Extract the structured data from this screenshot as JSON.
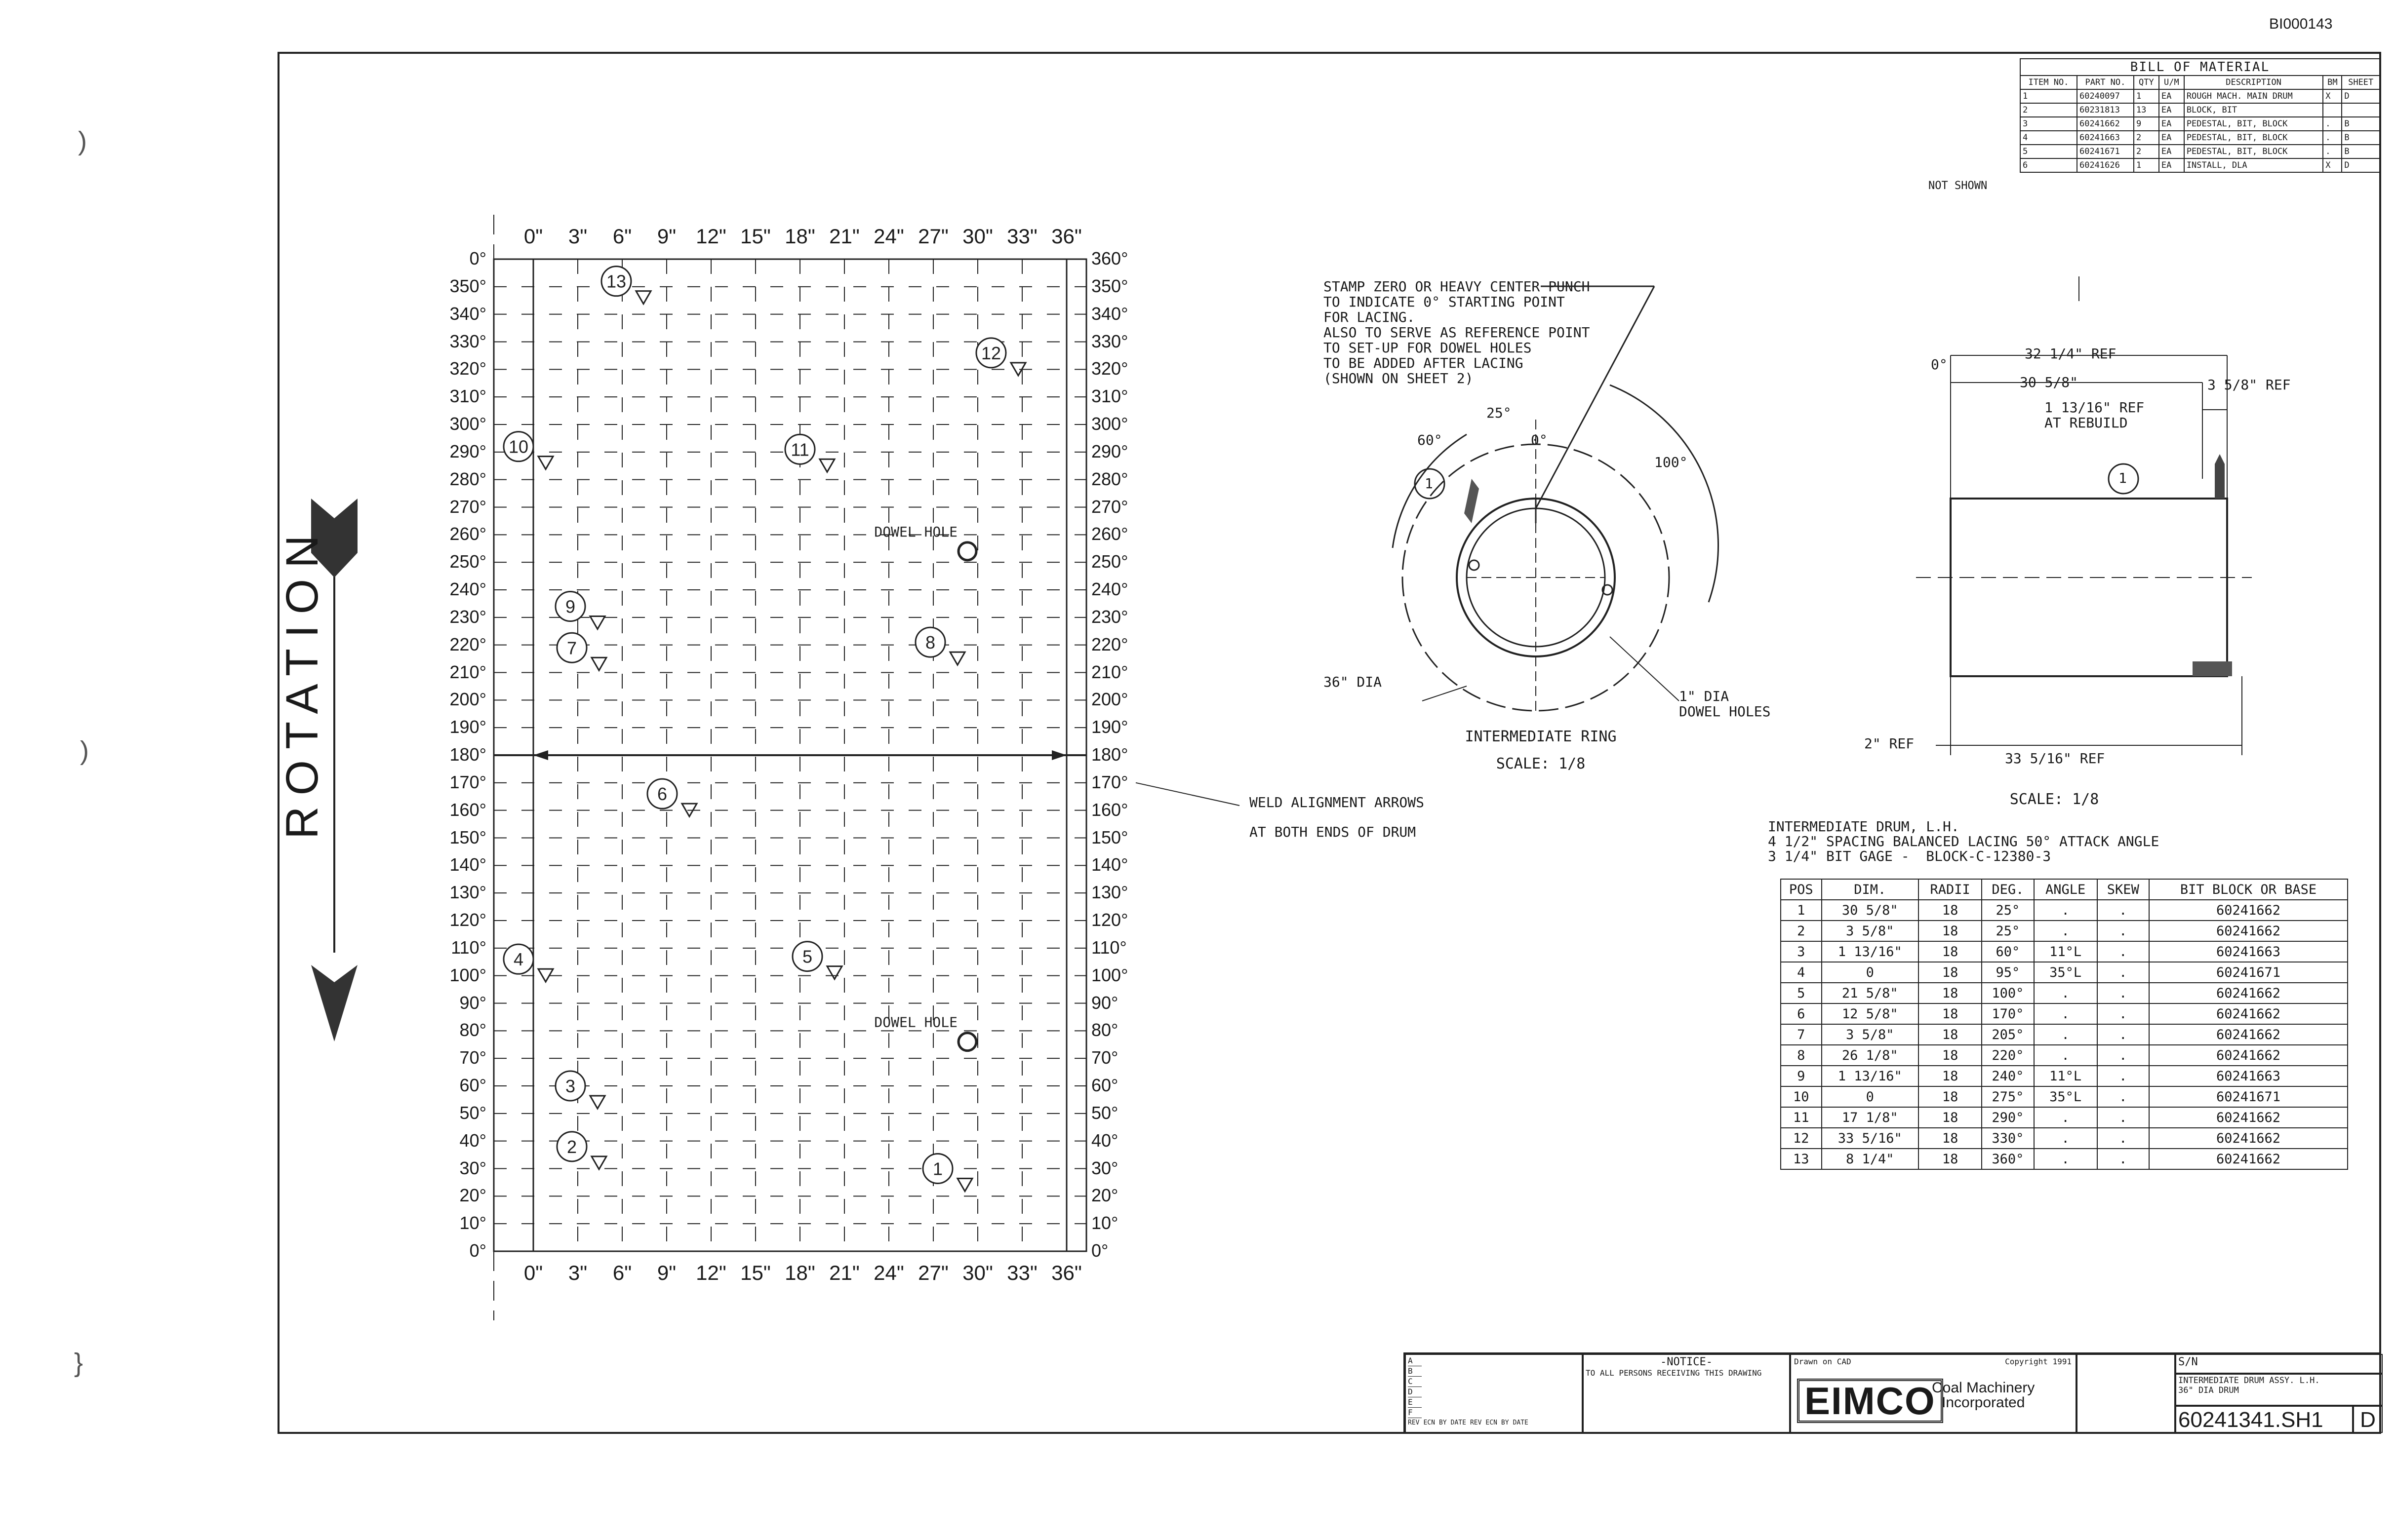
{
  "document_id": "BI000143",
  "margin_marks": [
    ")",
    ")",
    "}"
  ],
  "bom": {
    "title": "BILL OF MATERIAL",
    "headers": [
      "ITEM NO.",
      "PART NO.",
      "QTY",
      "U/M",
      "DESCRIPTION",
      "BM",
      "SHEET"
    ],
    "rows": [
      [
        "1",
        "60240097",
        "1",
        "EA",
        "ROUGH MACH. MAIN DRUM",
        "X",
        "D"
      ],
      [
        "2",
        "60231813",
        "13",
        "EA",
        "BLOCK, BIT",
        "",
        ""
      ],
      [
        "3",
        "60241662",
        "9",
        "EA",
        "PEDESTAL, BIT, BLOCK",
        ".",
        "B"
      ],
      [
        "4",
        "60241663",
        "2",
        "EA",
        "PEDESTAL, BIT, BLOCK",
        ".",
        "B"
      ],
      [
        "5",
        "60241671",
        "2",
        "EA",
        "PEDESTAL, BIT, BLOCK",
        ".",
        "B"
      ],
      [
        "6",
        "60241626",
        "1",
        "EA",
        "INSTALL, DLA",
        "X",
        "D"
      ]
    ],
    "not_shown": "NOT SHOWN"
  },
  "layout_grid": {
    "degree_labels": [
      "360°",
      "350°",
      "340°",
      "330°",
      "320°",
      "310°",
      "300°",
      "290°",
      "280°",
      "270°",
      "260°",
      "250°",
      "240°",
      "230°",
      "220°",
      "210°",
      "200°",
      "190°",
      "180°",
      "170°",
      "160°",
      "150°",
      "140°",
      "130°",
      "120°",
      "110°",
      "100°",
      "90°",
      "80°",
      "70°",
      "60°",
      "50°",
      "40°",
      "30°",
      "20°",
      "10°",
      "0°"
    ],
    "left_degree_labels": [
      "0°",
      "350°",
      "340°",
      "330°",
      "320°",
      "310°",
      "300°",
      "290°",
      "280°",
      "270°",
      "260°",
      "250°",
      "240°",
      "230°",
      "220°",
      "210°",
      "200°",
      "190°",
      "180°",
      "170°",
      "160°",
      "150°",
      "140°",
      "130°",
      "120°",
      "110°",
      "100°",
      "90°",
      "80°",
      "70°",
      "60°",
      "50°",
      "40°",
      "30°",
      "20°",
      "10°",
      "0°"
    ],
    "inch_labels": [
      "0\"",
      "3\"",
      "6\"",
      "9\"",
      "12\"",
      "15\"",
      "18\"",
      "21\"",
      "24\"",
      "27\"",
      "30\"",
      "33\"",
      "36\""
    ],
    "dowel_hole_label": "DOWEL HOLE",
    "bits": [
      {
        "n": "1",
        "inch": 27.3,
        "deg": 30
      },
      {
        "n": "2",
        "inch": 2.6,
        "deg": 38
      },
      {
        "n": "3",
        "inch": 2.5,
        "deg": 60
      },
      {
        "n": "4",
        "inch": -1.0,
        "deg": 106
      },
      {
        "n": "5",
        "inch": 18.5,
        "deg": 107
      },
      {
        "n": "6",
        "inch": 8.7,
        "deg": 166
      },
      {
        "n": "7",
        "inch": 2.6,
        "deg": 219
      },
      {
        "n": "8",
        "inch": 26.8,
        "deg": 221
      },
      {
        "n": "9",
        "inch": 2.5,
        "deg": 234
      },
      {
        "n": "10",
        "inch": -1.0,
        "deg": 292
      },
      {
        "n": "11",
        "inch": 18.0,
        "deg": 291
      },
      {
        "n": "12",
        "inch": 30.9,
        "deg": 326
      },
      {
        "n": "13",
        "inch": 5.6,
        "deg": 352
      }
    ],
    "dowel_holes": [
      {
        "inch": 29.3,
        "deg": 254
      },
      {
        "inch": 29.3,
        "deg": 76
      }
    ]
  },
  "rotation_label": "ROTATION",
  "weld_note": [
    "WELD ALIGNMENT ARROWS",
    "AT BOTH ENDS OF DRUM"
  ],
  "stamp_note": "STAMP ZERO OR HEAVY CENTER PUNCH\nTO INDICATE 0° STARTING POINT\nFOR LACING.\nALSO TO SERVE AS REFERENCE POINT\nTO SET-UP FOR DOWEL HOLES\nTO BE ADDED AFTER LACING\n(SHOWN ON SHEET 2)",
  "ring_view": {
    "angle_25": "25°",
    "angle_60": "60°",
    "angle_0": "0°",
    "angle_100": "100°",
    "dia_label": "36\" DIA",
    "dowel_label": "1\" DIA\nDOWEL HOLES",
    "item_bubble": "1",
    "caption": "INTERMEDIATE RING",
    "scale": "SCALE: 1/8"
  },
  "side_view": {
    "zero": "0°",
    "dim_ref1": "32 1/4\" REF",
    "dim_ref2": "30 5/8\"",
    "dim_ref3": "1 13/16\" REF\nAT REBUILD",
    "dim_ref4": "3 5/8\" REF",
    "dim_ref5": "2\" REF",
    "dim_ref6": "33 5/16\" REF",
    "item_bubble": "1",
    "scale": "SCALE: 1/8"
  },
  "lacing": {
    "header": "INTERMEDIATE DRUM, L.H.\n4 1/2\" SPACING BALANCED LACING 50° ATTACK ANGLE\n3 1/4\" BIT GAGE -  BLOCK-C-12380-3",
    "columns": [
      "POS",
      "DIM.",
      "RADII",
      "DEG.",
      "ANGLE",
      "SKEW",
      "BIT BLOCK OR BASE"
    ],
    "rows": [
      [
        "1",
        "30 5/8\"",
        "18",
        "25°",
        ".",
        ".",
        "60241662"
      ],
      [
        "2",
        "3 5/8\"",
        "18",
        "25°",
        ".",
        ".",
        "60241662"
      ],
      [
        "3",
        "1 13/16\"",
        "18",
        "60°",
        "11°L",
        ".",
        "60241663"
      ],
      [
        "4",
        "0",
        "18",
        "95°",
        "35°L",
        ".",
        "60241671"
      ],
      [
        "5",
        "21 5/8\"",
        "18",
        "100°",
        ".",
        ".",
        "60241662"
      ],
      [
        "6",
        "12 5/8\"",
        "18",
        "170°",
        ".",
        ".",
        "60241662"
      ],
      [
        "7",
        "3 5/8\"",
        "18",
        "205°",
        ".",
        ".",
        "60241662"
      ],
      [
        "8",
        "26 1/8\"",
        "18",
        "220°",
        ".",
        ".",
        "60241662"
      ],
      [
        "9",
        "1 13/16\"",
        "18",
        "240°",
        "11°L",
        ".",
        "60241663"
      ],
      [
        "10",
        "0",
        "18",
        "275°",
        "35°L",
        ".",
        "60241671"
      ],
      [
        "11",
        "17 1/8\"",
        "18",
        "290°",
        ".",
        ".",
        "60241662"
      ],
      [
        "12",
        "33 5/16\"",
        "18",
        "330°",
        ".",
        ".",
        "60241662"
      ],
      [
        "13",
        "8 1/4\"",
        "18",
        "360°",
        ".",
        ".",
        "60241662"
      ]
    ]
  },
  "title_block": {
    "revisions": [
      "A",
      "B",
      "C",
      "D",
      "E",
      "F"
    ],
    "rev_headers": [
      "REV",
      "ECN",
      "BY",
      "DATE",
      "REV",
      "ECN",
      "BY",
      "DATE"
    ],
    "notice_title": "-NOTICE-",
    "notice_text": "TO ALL PERSONS RECEIVING THIS DRAWING",
    "drawn_on": "Drawn on CAD",
    "copyright": "Copyright 1991",
    "logo": "EIMCO",
    "company": "Coal Machinery\nIncorporated",
    "sn_label": "S/N",
    "title": "INTERMEDIATE DRUM ASSY. L.H.\n36\" DIA DRUM",
    "drawing_number": "60241341.SH1",
    "sheet_rev": "D"
  }
}
